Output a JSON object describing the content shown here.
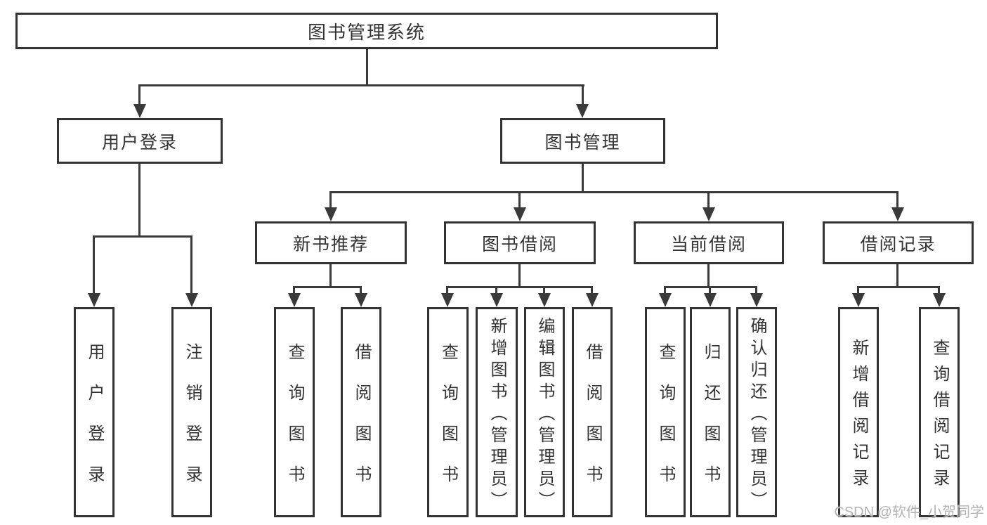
{
  "colors": {
    "background": "#ffffff",
    "box_border": "#333333",
    "connector_line": "#3a3a3a",
    "text": "#333333",
    "watermark": "#b3b3b3"
  },
  "tree": {
    "label": "图书管理系统",
    "children": [
      {
        "label": "用户登录",
        "children": [
          {
            "label": "用户登录"
          },
          {
            "label": "注销登录"
          }
        ]
      },
      {
        "label": "图书管理",
        "children": [
          {
            "label": "新书推荐",
            "children": [
              {
                "label": "查询图书"
              },
              {
                "label": "借阅图书"
              }
            ]
          },
          {
            "label": "图书借阅",
            "children": [
              {
                "label": "查询图书"
              },
              {
                "label": "新增图书（管理员）"
              },
              {
                "label": "编辑图书（管理员）"
              },
              {
                "label": "借阅图书"
              }
            ]
          },
          {
            "label": "当前借阅",
            "children": [
              {
                "label": "查询图书"
              },
              {
                "label": "归还图书"
              },
              {
                "label": "确认归还（管理员）"
              }
            ]
          },
          {
            "label": "借阅记录",
            "children": [
              {
                "label": "新增借阅记录"
              },
              {
                "label": "查询借阅记录"
              }
            ]
          }
        ]
      }
    ]
  },
  "watermark": {
    "text": "CSDN @软件_小贺同学"
  }
}
